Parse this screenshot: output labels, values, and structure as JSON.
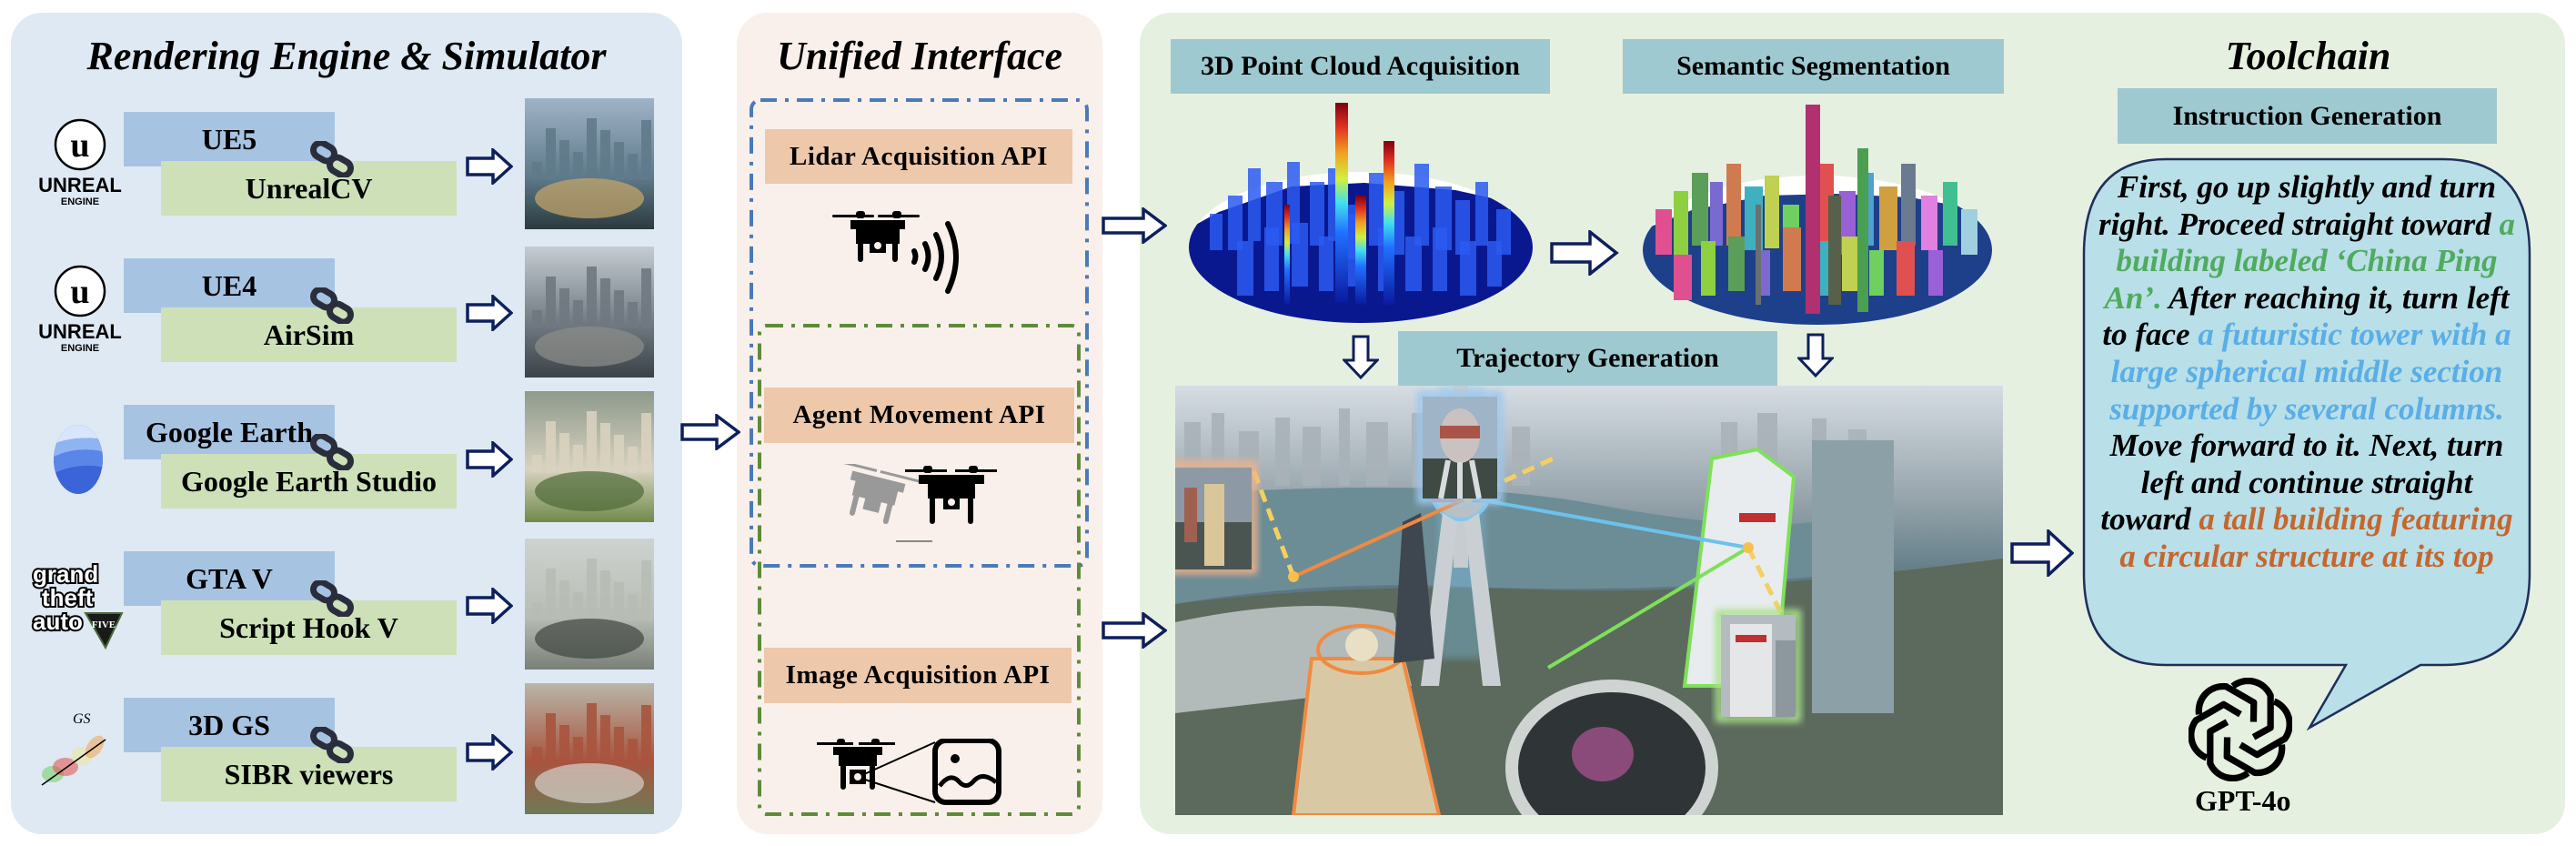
{
  "panels": {
    "rendering": {
      "title": "Rendering Engine & Simulator",
      "rows": [
        {
          "engine": "UE5",
          "tool": "UnrealCV",
          "logo": "unreal-engine-logo",
          "logo_text": "UNREAL",
          "logo_subtext": "ENGINE",
          "thumbnail": "shanghai-skyline-render"
        },
        {
          "engine": "UE4",
          "tool": "AirSim",
          "logo": "unreal-engine-logo",
          "logo_text": "UNREAL",
          "logo_subtext": "ENGINE",
          "thumbnail": "city-aerial-render"
        },
        {
          "engine": "Google Earth",
          "tool": "Google Earth Studio",
          "logo": "google-earth-logo",
          "thumbnail": "capitol-building-aerial"
        },
        {
          "engine": "GTA V",
          "tool": "Script Hook V",
          "logo": "gta-v-logo",
          "logo_lines": [
            "grand",
            "theft",
            "auto"
          ],
          "logo_badge": "FIVE",
          "thumbnail": "stadium-aerial"
        },
        {
          "engine": "3D GS",
          "tool": "SIBR viewers",
          "logo": "gaussian-splatting-logo",
          "logo_text": "GS",
          "thumbnail": "campus-aerial"
        }
      ],
      "link_icon": "chain-link-icon",
      "arrow_icon": "right-arrow-icon"
    },
    "interface": {
      "title": "Unified Interface",
      "apis": [
        {
          "label": "Lidar Acquisition API",
          "icon": "drone-lidar-icon"
        },
        {
          "label": "Agent Movement API",
          "icon": "drone-movement-icon"
        },
        {
          "label": "Image Acquisition API",
          "icon": "drone-camera-image-icon"
        }
      ]
    },
    "pipeline": {
      "point_cloud_label": "3D Point Cloud Acquisition",
      "segmentation_label": "Semantic Segmentation",
      "trajectory_label": "Trajectory Generation",
      "trajectory_landmarks": [
        {
          "name": "circular-top-building",
          "color": "#f0a070"
        },
        {
          "name": "spherical-tower",
          "color": "#7fc8f0"
        },
        {
          "name": "china-ping-an-building",
          "color": "#8fe07a"
        }
      ]
    },
    "toolchain": {
      "title": "Toolchain",
      "instruction_label": "Instruction Generation",
      "instruction_segments": [
        {
          "text": "First, go up slightly and turn right. Proceed straight toward ",
          "style": "plain"
        },
        {
          "text": "a building labeled ‘China Ping An’.",
          "style": "green"
        },
        {
          "text": " After reaching it, turn left to face ",
          "style": "plain"
        },
        {
          "text": "a futuristic tower with a large spherical middle section supported by several columns.",
          "style": "blue"
        },
        {
          "text": " Move forward to it. Next, turn left and continue straight toward ",
          "style": "plain"
        },
        {
          "text": "a tall building featuring a circular structure at its top",
          "style": "orange"
        }
      ],
      "model_label": "GPT-4o",
      "model_icon": "openai-logo"
    }
  },
  "colors": {
    "rendering_panel": "#dfe9f4",
    "interface_panel": "#f9f0eb",
    "toolchain_panel": "#e6f0e0",
    "engine_box": "#a7c3e2",
    "tool_box": "#cde0b8",
    "api_box": "#edc8ab",
    "stage_box": "#9ec9d0",
    "bubble": "#b9dfe8",
    "arrow": "#0f1f5c",
    "highlight_green": "#4fab5d",
    "highlight_blue": "#5aaee6",
    "highlight_orange": "#c4672e"
  }
}
